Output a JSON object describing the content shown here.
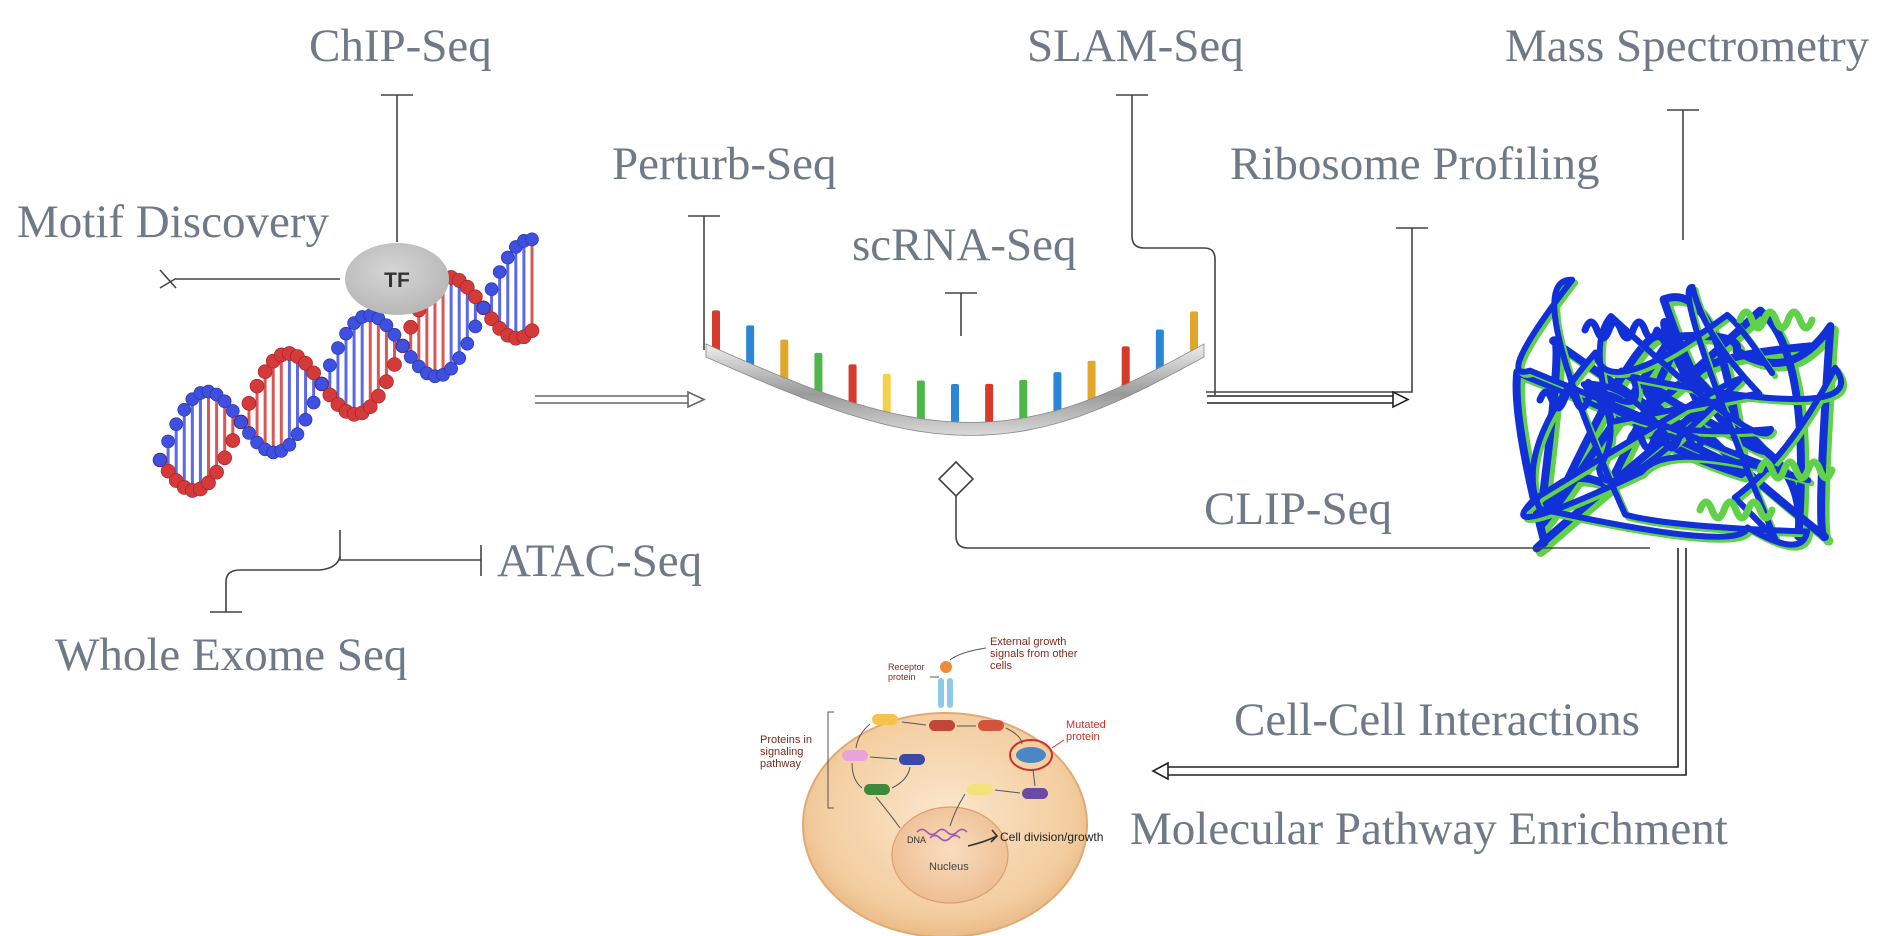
{
  "labels": {
    "chip_seq": "ChIP-Seq",
    "slam_seq": "SLAM-Seq",
    "mass_spectrometry": "Mass Spectrometry",
    "perturb_seq": "Perturb-Seq",
    "ribosome_profiling": "Ribosome Profiling",
    "motif_discovery": "Motif Discovery",
    "scrna_seq": "scRNA-Seq",
    "clip_seq": "CLIP-Seq",
    "atac_seq": "ATAC-Seq",
    "whole_exome_seq": "Whole Exome Seq",
    "cell_cell_interactions": "Cell-Cell Interactions",
    "molecular_pathway_enrichment": "Molecular Pathway Enrichment"
  },
  "tf_label": "TF",
  "cell_illustration": {
    "external_signals": "External growth signals from other cells",
    "receptor_protein": "Receptor protein",
    "proteins_in_pathway": "Proteins in signaling pathway",
    "mutated_protein": "Mutated protein",
    "dna": "DNA",
    "nucleus": "Nucleus",
    "cell_division": "Cell division/growth"
  },
  "colors": {
    "label_text": "#707987",
    "connector": "#444444",
    "dna_red": "#d43a3a",
    "dna_blue": "#3f4fe0",
    "protein_blue": "#1230d8",
    "protein_green": "#5fd24a",
    "cell_fill": "#f2c99a"
  }
}
